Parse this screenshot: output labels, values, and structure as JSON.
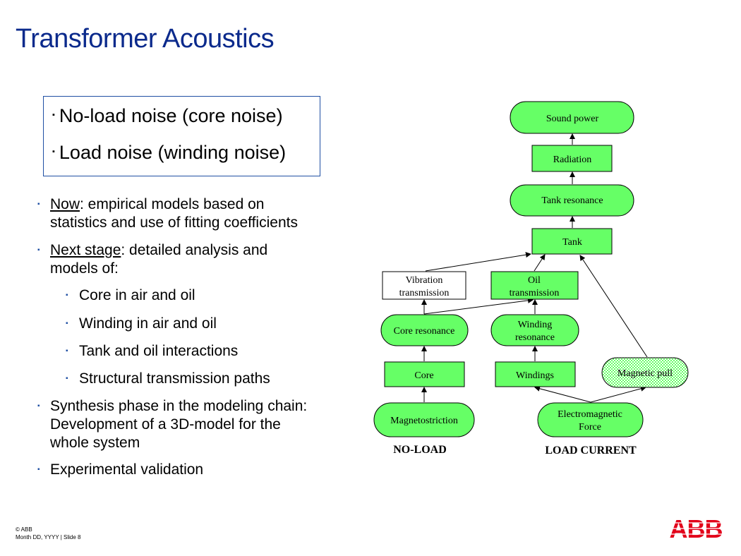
{
  "slide": {
    "title": "Transformer Acoustics",
    "boxed_bullets": [
      "No-load noise (core noise)",
      "Load noise (winding noise)"
    ],
    "bullets": {
      "b1_u": "Now",
      "b1_rest": ": empirical models based on",
      "b1_line2": "statistics and use of fitting coefficients",
      "b2_u": "Next stage",
      "b2_rest": ": detailed analysis and",
      "b2_line2": "models of:",
      "sub": [
        "Core in air and oil",
        "Winding in air and oil",
        "Tank and oil interactions",
        "Structural transmission paths"
      ],
      "b3_lines": [
        "Synthesis phase in the modeling chain:",
        "Development of a 3D-model for the",
        "whole system"
      ],
      "b4": "Experimental validation"
    },
    "footer": [
      "© ABB",
      "Month DD, YYYY | Slide 8"
    ],
    "logo_text": "ABB",
    "colors": {
      "title": "#0b2a8c",
      "node_fill": "#66ff66",
      "logo_red": "#e2001a"
    }
  },
  "diagram": {
    "nodes": {
      "sound_power": "Sound power",
      "radiation": "Radiation",
      "tank_resonance": "Tank resonance",
      "tank": "Tank",
      "vibration_transmission": [
        "Vibration",
        "transmission"
      ],
      "oil_transmission": [
        "Oil",
        "transmission"
      ],
      "core_resonance": "Core resonance",
      "winding_resonance": [
        "Winding",
        "resonance"
      ],
      "core": "Core",
      "windings": "Windings",
      "magnetic_pull": "Magnetic pull",
      "magnetostriction": "Magnetostriction",
      "electromagnetic_force": [
        "Electromagnetic",
        "Force"
      ]
    },
    "labels": {
      "no_load": "NO-LOAD",
      "load_current": "LOAD CURRENT"
    }
  }
}
